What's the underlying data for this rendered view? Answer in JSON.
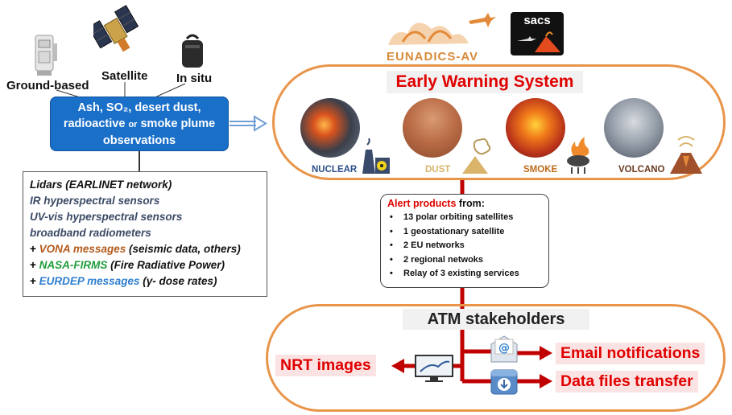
{
  "sources": {
    "ground": "Ground-based",
    "satellite": "Satellite",
    "insitu": "In situ"
  },
  "observations": {
    "line1": "Ash, SO₂, desert dust,",
    "line2_a": "radioactive",
    "line2_or": "or",
    "line2_b": "smoke plume",
    "line3": "observations"
  },
  "instruments": {
    "l1": "Lidars (EARLINET network)",
    "l2": "IR hyperspectral sensors",
    "l3": "UV-vis hyperspectral sensors",
    "l4": "broadband radiometers",
    "plus": "+",
    "vona": "VONA messages",
    "vona_rest": "(seismic data, others)",
    "firms": "NASA-FIRMS",
    "firms_rest": "(Fire Radiative Power)",
    "eurdep": "EURDEP messages",
    "eurdep_rest": "(γ- dose rates)"
  },
  "logos": {
    "eunadics": "EUNADICS-AV",
    "sacs": "sacs"
  },
  "ews": {
    "title": "Early Warning System",
    "hazards": [
      "NUCLEAR",
      "DUST",
      "SMOKE",
      "VOLCANO"
    ]
  },
  "alert": {
    "title_red": "Alert products",
    "title_rest": "from:",
    "items": [
      "13 polar orbiting satellites",
      "1 geostationary satellite",
      "2 EU networks",
      "2 regional netwoks",
      "Relay of 3 existing services"
    ]
  },
  "atm": {
    "title": "ATM stakeholders",
    "nrt": "NRT images",
    "email": "Email notifications",
    "data": "Data files transfer"
  },
  "colors": {
    "obs_blue": "#1a6fc9",
    "frame_orange": "#e8954a",
    "alert_red": "#e00000",
    "arrow_red": "#c00000",
    "vona": "#b35a1a",
    "firms": "#1f9e3a",
    "eurdep": "#2f7fd1",
    "instr_dark": "#3b4a66"
  }
}
